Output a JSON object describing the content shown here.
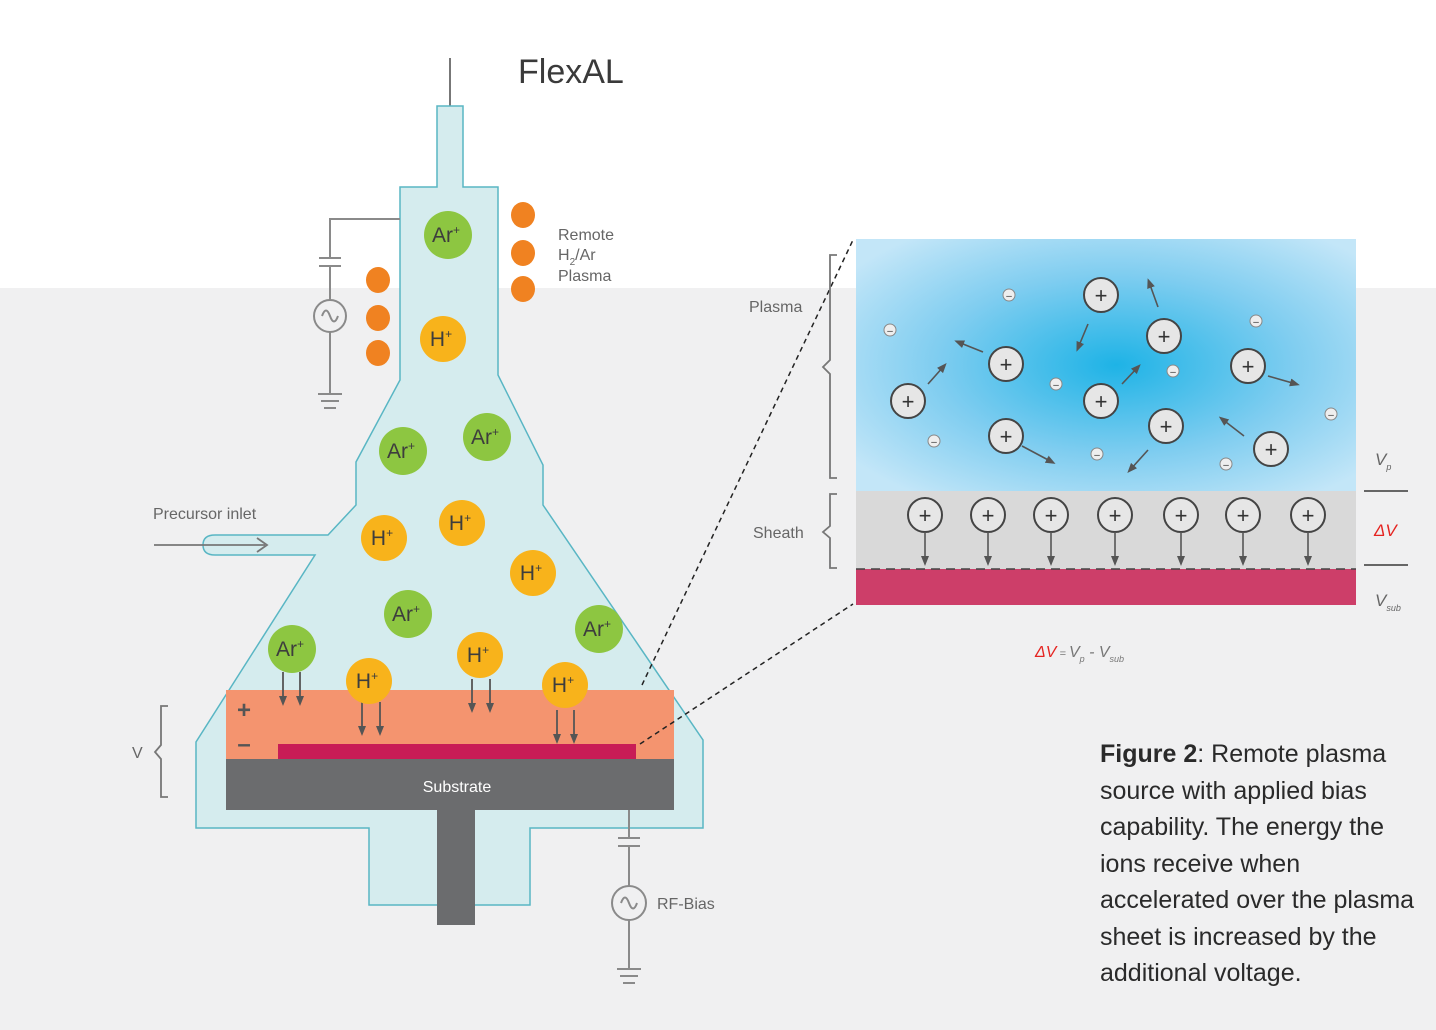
{
  "title": "FlexAL",
  "labels": {
    "remote_line1": "Remote",
    "remote_line2_a": "H",
    "remote_line2_sub": "2",
    "remote_line2_b": "/Ar",
    "remote_line3": "Plasma",
    "precursor_inlet": "Precursor inlet",
    "substrate": "Substrate",
    "rf_bias": "RF-Bias",
    "voltage": "V",
    "plus": "+",
    "minus": "–",
    "plasma": "Plasma",
    "sheath": "Sheath"
  },
  "ions": {
    "ar": "Ar",
    "h": "H",
    "charge": "+",
    "electron": "–"
  },
  "zoom_labels": {
    "vp": "V",
    "vp_sub": "p",
    "delta_v": "ΔV",
    "vsub": "V",
    "vsub_sub": "sub"
  },
  "equation": {
    "lhs": "ΔV",
    "eq": " = ",
    "vp": "V",
    "vp_sub": "p",
    "minus": " - ",
    "vsub": "V",
    "vsub_sub": "sub"
  },
  "caption": {
    "bold": "Figure 2",
    "text": ": Remote plasma source with applied bias capability. The energy the ions receive when accelerated over the plasma sheet is increased by the additional voltage."
  },
  "colors": {
    "chamber_fill": "#d5ecee",
    "chamber_stroke": "#59b6c4",
    "ar_ion": "#8dc641",
    "h_ion": "#f8b31b",
    "coil_dot": "#f08221",
    "sheath_layer": "#f4946f",
    "wafer": "#c81c56",
    "substrate": "#6b6c6e",
    "background_lower": "#f0f0f1",
    "zoom_substrate": "#cd3e69",
    "zoom_sheath": "#d9d9d9",
    "delta_v": "#e52421"
  }
}
